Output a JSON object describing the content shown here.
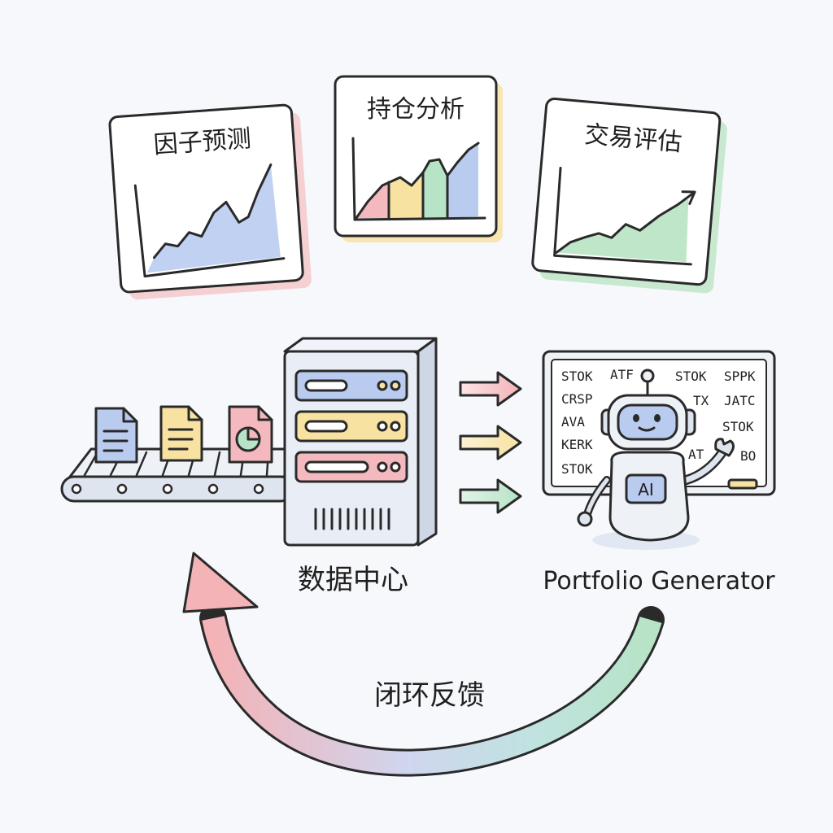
{
  "panels": {
    "factor": {
      "title": "因子预测",
      "accent": "#f3b3b7",
      "fill": "#b9ccef"
    },
    "holding": {
      "title": "持仓分析",
      "accent": "#f8e3a4",
      "fills": [
        "#f3b9be",
        "#f7e2a1",
        "#b7e3c6",
        "#b9ccef"
      ]
    },
    "trade": {
      "title": "交易评估",
      "accent": "#bfe6c8",
      "fill": "#bfe6c8"
    }
  },
  "datacenter": {
    "label": "数据中心"
  },
  "generator": {
    "label": "Portfolio Generator",
    "robot_badge": "AI",
    "board_tickers": [
      "STOK",
      "ATF",
      "STOK",
      "SPPK",
      "CRSP",
      "TX",
      "JATC",
      "AVA",
      "STOK",
      "KERK",
      "AT",
      "BO",
      "STOK"
    ]
  },
  "loop": {
    "label": "闭环反馈"
  },
  "colors": {
    "pink": "#f3b3b7",
    "yellow": "#f7e2a1",
    "green": "#b7e3c6",
    "blue": "#b9ccef",
    "outline": "#2a2a2a"
  },
  "icons": [
    "document-icon",
    "document-icon",
    "pie-chart-document-icon",
    "server-icon",
    "arrow-right-icon",
    "robot-icon",
    "feedback-arrow-icon"
  ]
}
